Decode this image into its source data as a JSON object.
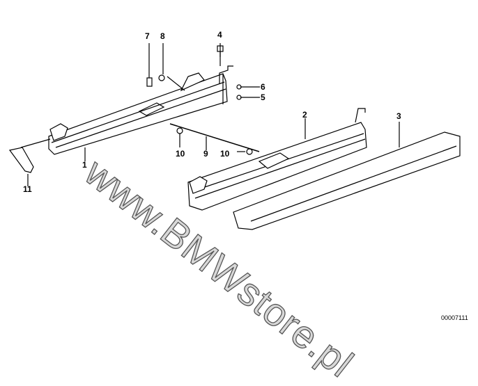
{
  "callouts": [
    "7",
    "8",
    "4",
    "6",
    "5",
    "1",
    "11",
    "10",
    "9",
    "10",
    "2",
    "3"
  ],
  "diagram_code": "00007111",
  "watermark": "www.BMWstore.pl"
}
